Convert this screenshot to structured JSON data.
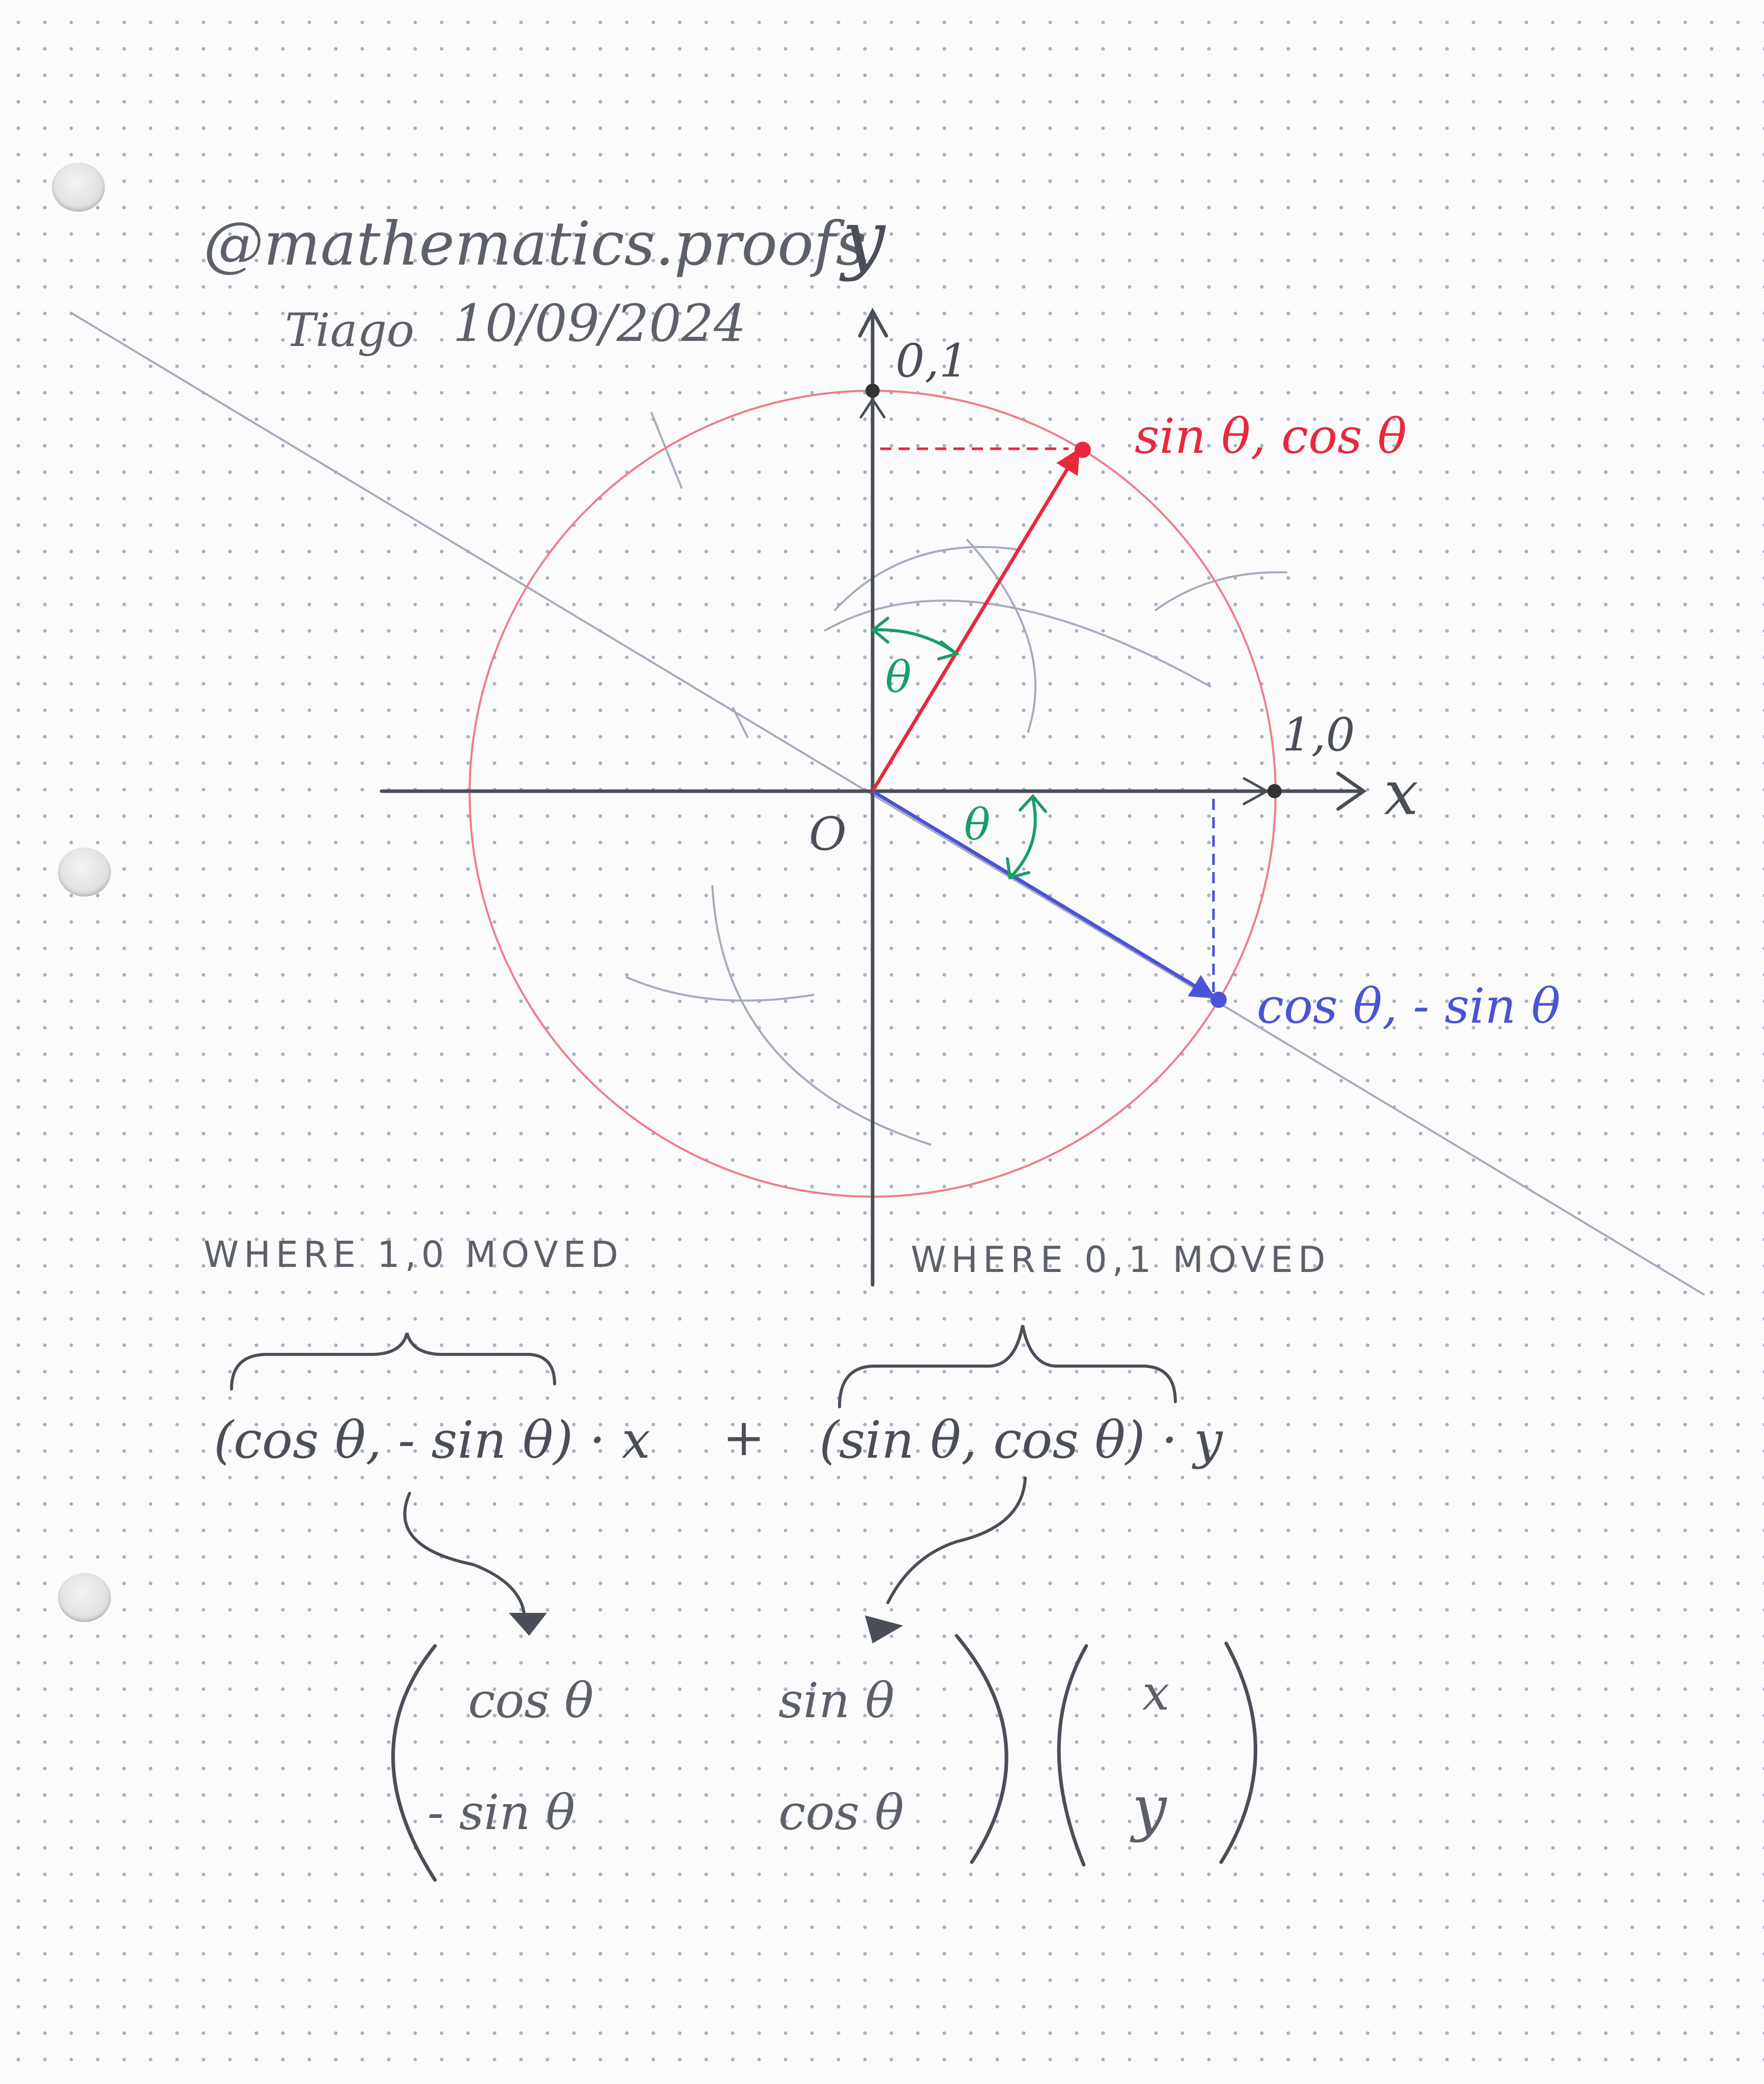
{
  "header": {
    "handle": "@mathematics.proofs",
    "author": "Tiago",
    "date": "10/09/2024"
  },
  "axes": {
    "x_label": "x",
    "y_label": "y",
    "origin_label": "O",
    "point_1_0": "1,0",
    "point_0_1": "0,1"
  },
  "vectors": {
    "red_label": "sin θ, cos θ",
    "blue_label": "cos θ, - sin θ",
    "angle_label_1": "θ",
    "angle_label_2": "θ"
  },
  "captions": {
    "where_1_0": "WHERE 1,0 MOVED",
    "where_0_1": "WHERE 0,1 MOVED"
  },
  "equation": {
    "term1": "(cos θ, - sin θ) · x",
    "plus": "+",
    "term2": "(sin θ, cos θ) · y"
  },
  "matrix": {
    "a11": "cos θ",
    "a12": "sin θ",
    "a21": "- sin θ",
    "a22": "cos θ",
    "v1": "x",
    "v2": "y"
  },
  "colors": {
    "pencil": "#4a4e57",
    "red": "#e8283c",
    "circle": "#f07b8c",
    "blue": "#4a52d6",
    "green": "#1a9c6a",
    "construction": "#a4abbc"
  }
}
